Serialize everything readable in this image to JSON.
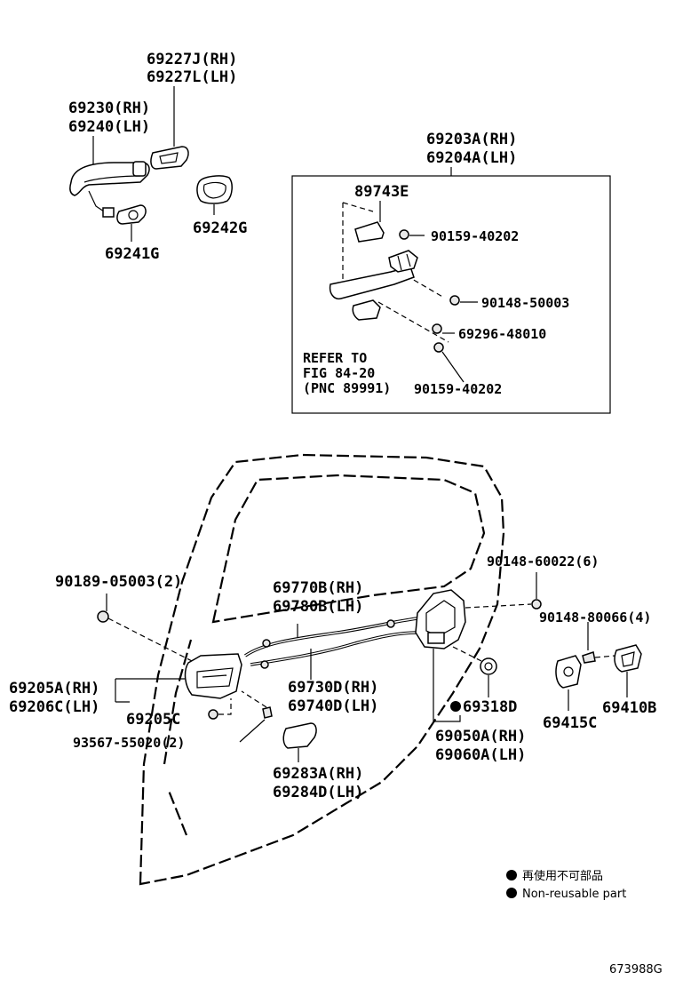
{
  "labels": {
    "handle_cover": [
      "69227J(RH)",
      "69227L(LH)"
    ],
    "outside_handle": [
      "69230(RH)",
      "69240(LH)"
    ],
    "pad_front": "69241G",
    "pad_rear": "69242G",
    "handle_frame": [
      "69203A(RH)",
      "69204A(LH)"
    ],
    "part_89743E": "89743E",
    "bolt_a": "90159-40202",
    "screw_b": "90148-50003",
    "screw_c": "69296-48010",
    "bolt_d": "90159-40202",
    "refer": [
      "REFER TO",
      "FIG 84-20",
      "(PNC 89991)"
    ],
    "clip": "90189-05003(2)",
    "cable_top": [
      "69770B(RH)",
      "69780B(LH)"
    ],
    "screw_lock": "90148-60022(6)",
    "screw_striker": "90148-80066(4)",
    "inside_handle": [
      "69205A(RH)",
      "69206C(LH)"
    ],
    "bezel": "69205C",
    "cable_bottom": [
      "69730D(RH)",
      "69740D(LH)"
    ],
    "seal": "69318D",
    "striker": "69410B",
    "plate": "69415C",
    "screw_handle": "93567-55020(2)",
    "lock": [
      "69050A(RH)",
      "69060A(LH)"
    ],
    "cover": [
      "69283A(RH)",
      "69284D(LH)"
    ]
  },
  "legend": {
    "jp": "再使用不可部品",
    "en": "Non-reusable part"
  },
  "figure_id": "673988G"
}
